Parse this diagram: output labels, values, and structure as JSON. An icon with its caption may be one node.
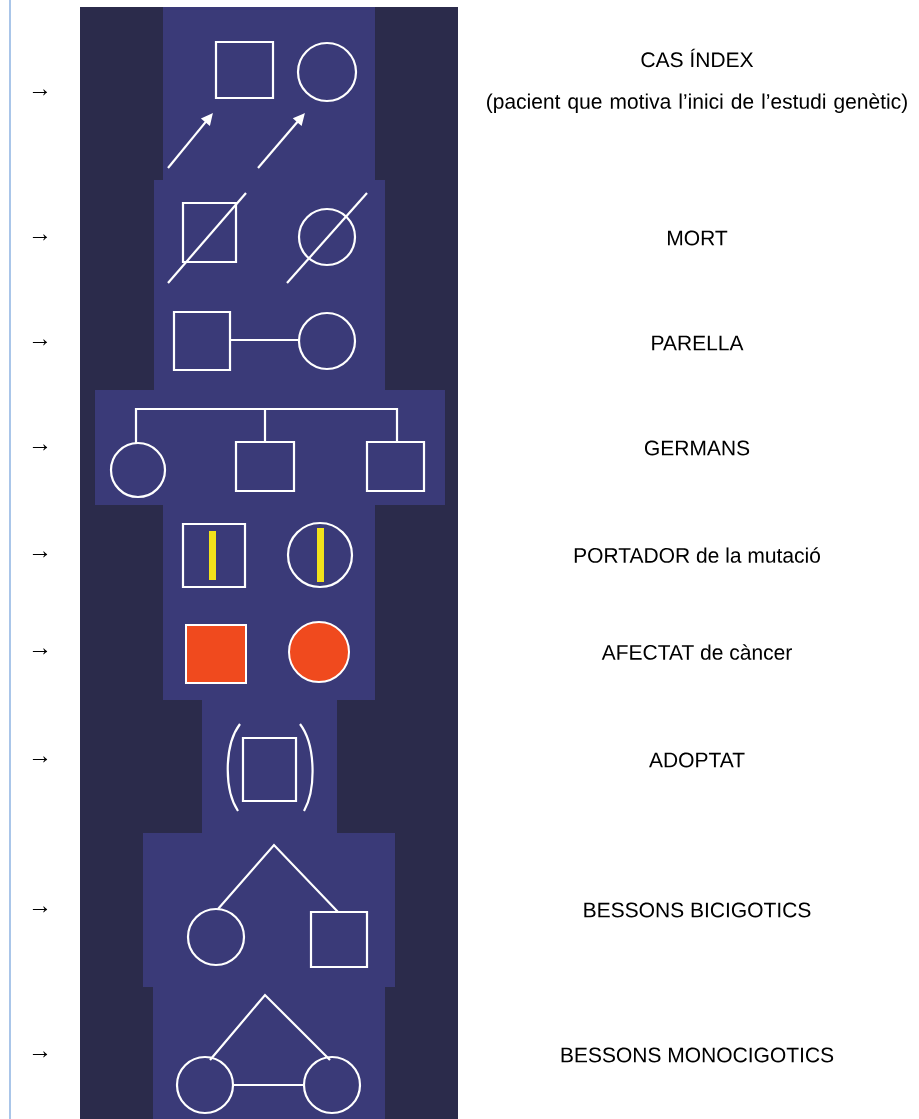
{
  "diagram": {
    "labels": [
      "→",
      "CAS ÍNDEX",
      "(pacient que motiva l’inici de l’estudi genètic)",
      "→",
      "MORT",
      "→",
      "PARELLA",
      "→",
      "GERMANS",
      "→",
      "PORTADOR de la mutació",
      "→",
      "AFECTAT de càncer",
      "→",
      "ADOPTAT",
      "→",
      "BESSONS BICIGOTICS",
      "→",
      "BESSONS MONOCIGOTICS"
    ]
  }
}
